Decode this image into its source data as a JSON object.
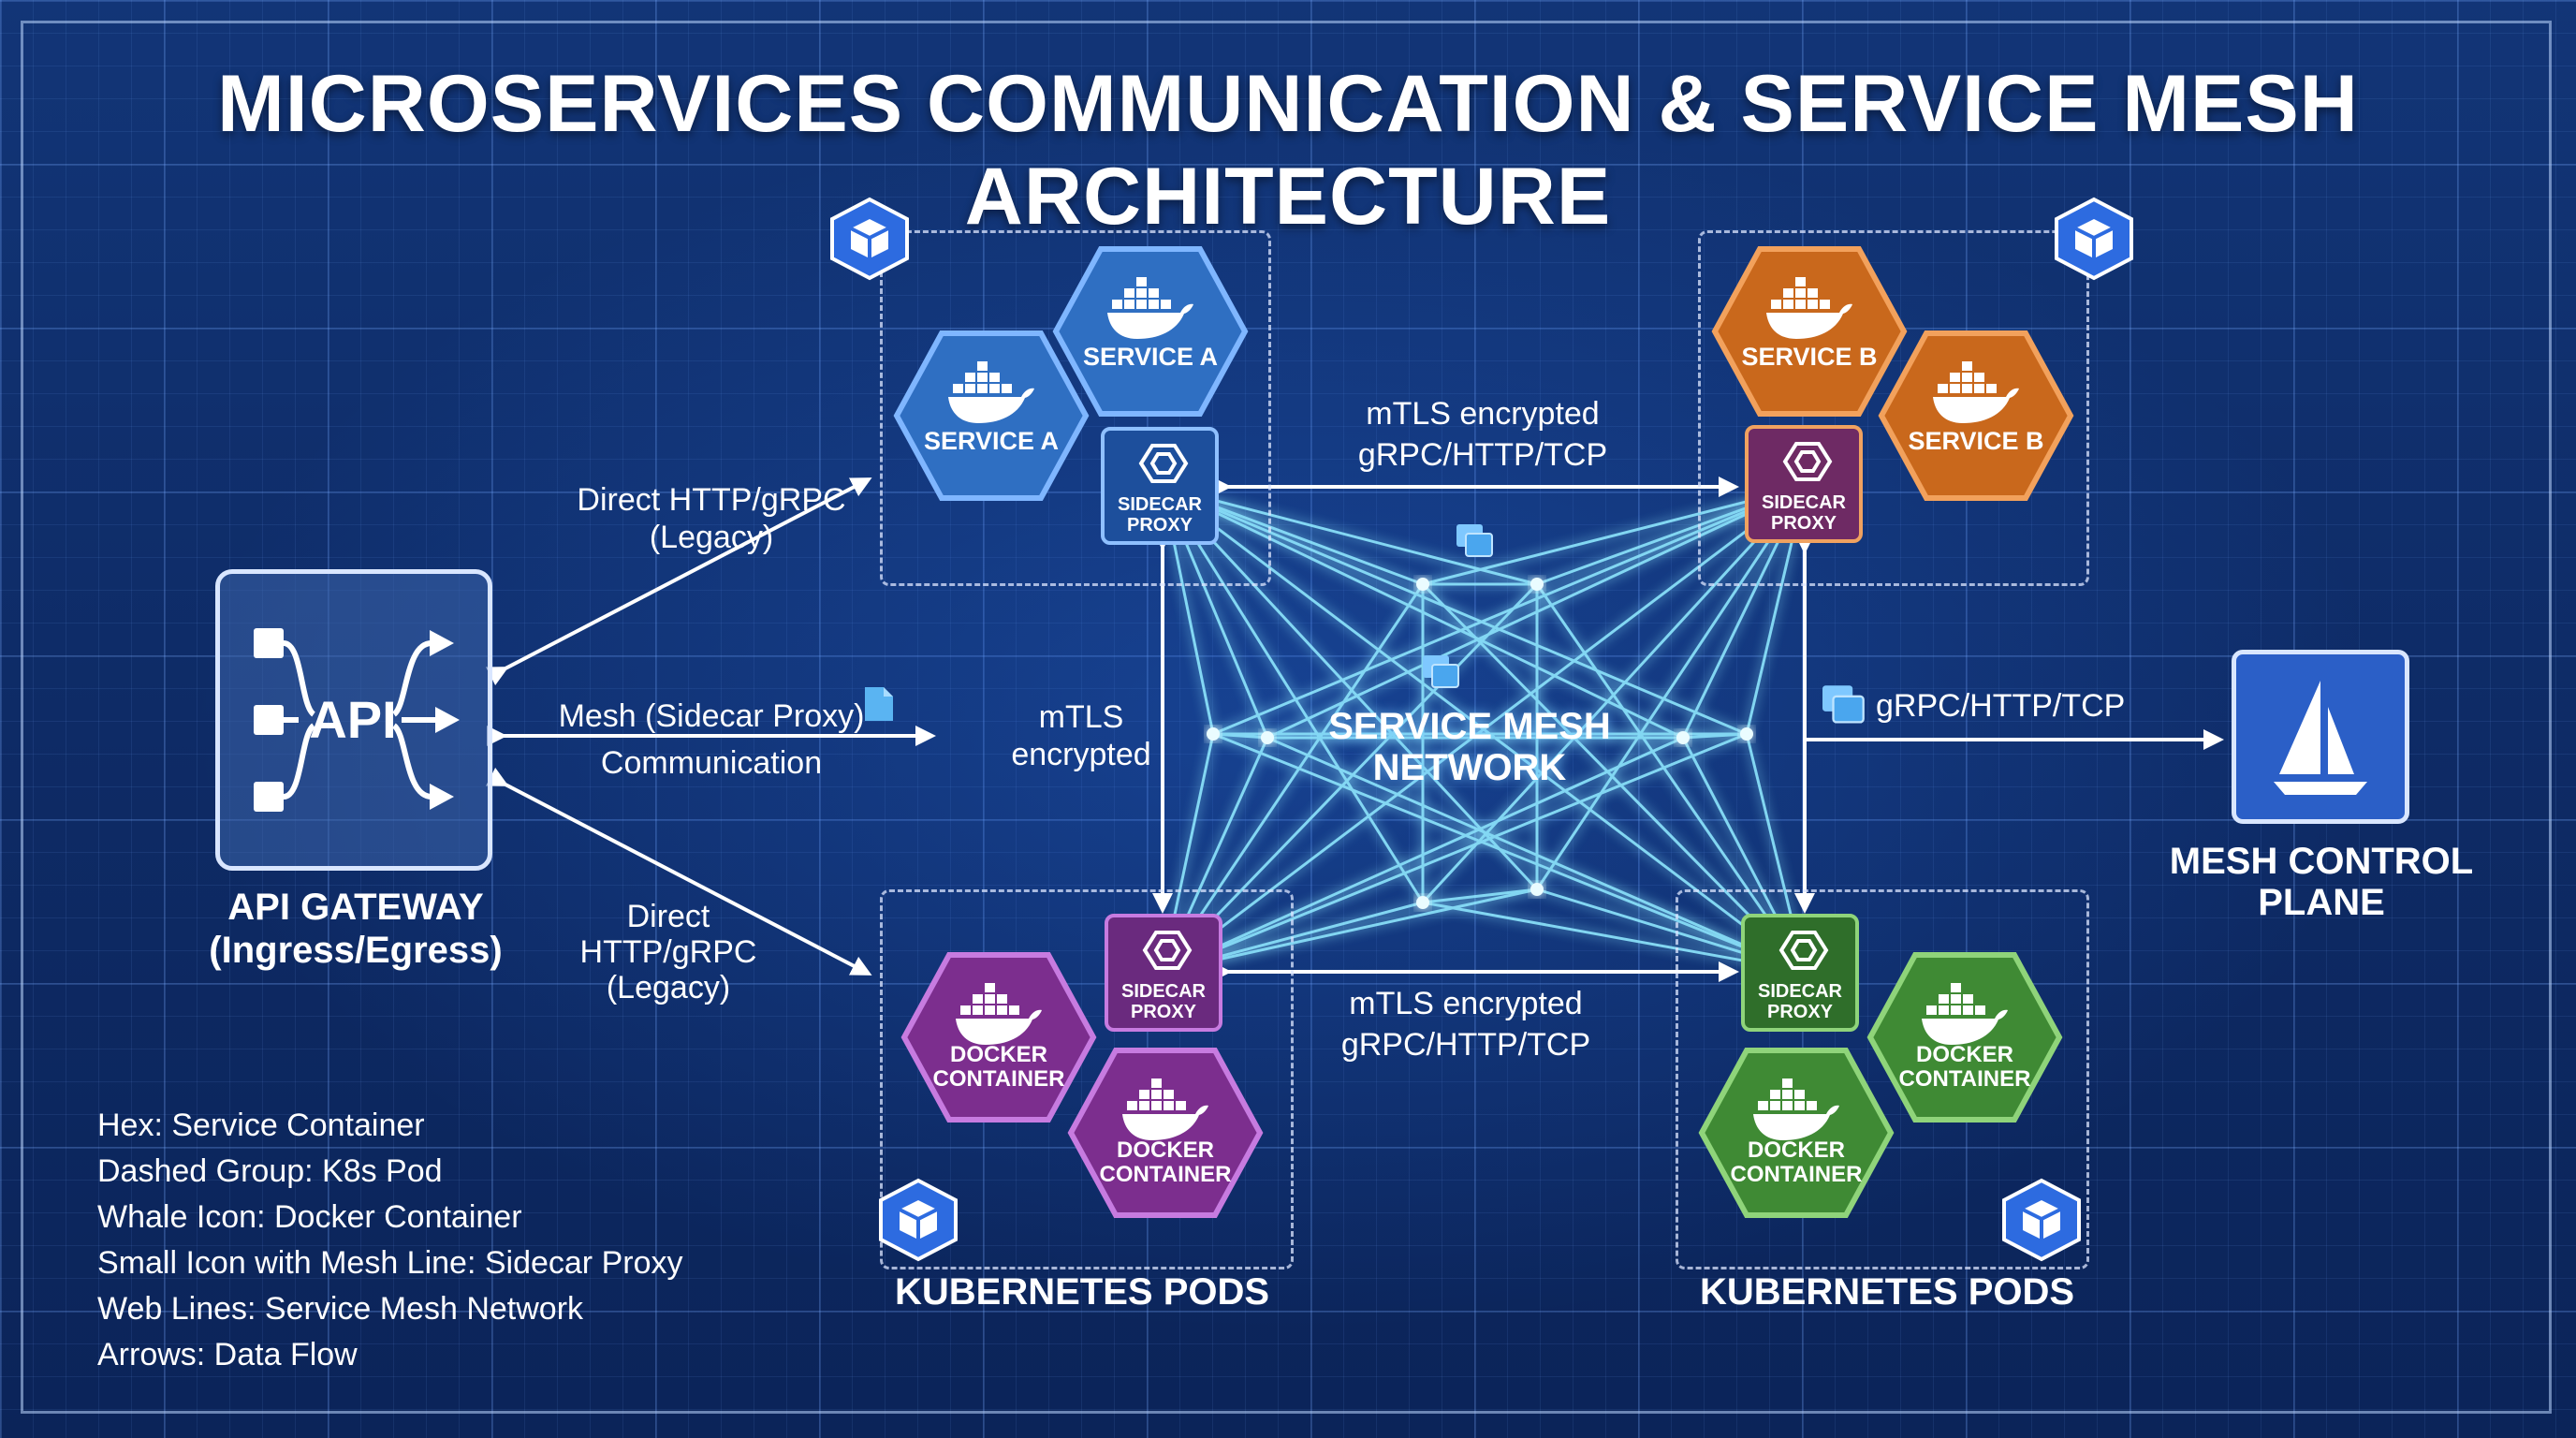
{
  "title": "MICROSERVICES COMMUNICATION & SERVICE MESH ARCHITECTURE",
  "colors": {
    "background": "#0f2a66",
    "service_a": "#2f6fc2",
    "service_b": "#c9681c",
    "docker_purple": "#7c2e8e",
    "docker_green": "#3f8a34",
    "mesh_glow": "#7fe4ff",
    "control_plane": "#2b5fc7"
  },
  "gateway": {
    "icon_text": "API",
    "caption_line1": "API GATEWAY",
    "caption_line2": "(Ingress/Egress)"
  },
  "pods": {
    "top_left": {
      "hex1": "SERVICE A",
      "hex2": "SERVICE A",
      "sidecar_line1": "SIDECAR",
      "sidecar_line2": "PROXY"
    },
    "top_right": {
      "hex1": "SERVICE B",
      "hex2": "SERVICE B",
      "sidecar_line1": "SIDECAR",
      "sidecar_line2": "PROXY"
    },
    "bottom_left": {
      "hex1_line1": "DOCKER",
      "hex1_line2": "CONTAINER",
      "hex2_line1": "DOCKER",
      "hex2_line2": "CONTAINER",
      "sidecar_line1": "SIDECAR",
      "sidecar_line2": "PROXY"
    },
    "bottom_right": {
      "hex1_line1": "DOCKER",
      "hex1_line2": "CONTAINER",
      "hex2_line1": "DOCKER",
      "hex2_line2": "CONTAINER",
      "sidecar_line1": "SIDECAR",
      "sidecar_line2": "PROXY"
    },
    "caption_left": "KUBERNETES PODS",
    "caption_right": "KUBERNETES PODS"
  },
  "labels": {
    "direct_top_line1": "Direct HTTP/gRPC",
    "direct_top_line2": "(Legacy)",
    "mesh_comm_line1": "Mesh (Sidecar Proxy)",
    "mesh_comm_line2": "Communication",
    "direct_bottom_line1": "Direct",
    "direct_bottom_line2": "HTTP/gRPC",
    "direct_bottom_line3": "(Legacy)",
    "mtls_top_line1": "mTLS encrypted",
    "mtls_top_line2": "gRPC/HTTP/TCP",
    "mtls_bottom_line1": "mTLS encrypted",
    "mtls_bottom_line2": "gRPC/HTTP/TCP",
    "mtls_left_line1": "mTLS",
    "mtls_left_line2": "encrypted",
    "control_link": "gRPC/HTTP/TCP",
    "mesh_network_line1": "SERVICE MESH",
    "mesh_network_line2": "NETWORK"
  },
  "control_plane": {
    "caption_line1": "MESH CONTROL",
    "caption_line2": "PLANE",
    "icon": "sailboat-icon"
  },
  "legend": [
    "Hex: Service Container",
    "Dashed Group: K8s Pod",
    "Whale Icon: Docker Container",
    "Small Icon with Mesh Line: Sidecar Proxy",
    "Web Lines: Service Mesh Network",
    "Arrows: Data Flow"
  ]
}
